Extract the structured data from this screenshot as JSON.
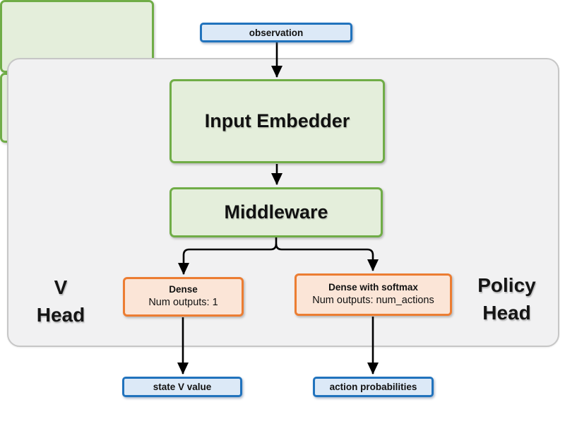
{
  "diagram": {
    "description": "Actor-critic network architecture diagram",
    "nodes": {
      "observation": {
        "label": "observation",
        "type": "input"
      },
      "input_embedder": {
        "label": "Input Embedder",
        "type": "block"
      },
      "middleware": {
        "label": "Middleware",
        "type": "block"
      },
      "v_head": {
        "label_line1": "V",
        "label_line2": "Head",
        "dense": {
          "title": "Dense",
          "subtitle": "Num outputs: 1"
        }
      },
      "policy_head": {
        "label_line1": "Policy",
        "label_line2": "Head",
        "dense": {
          "title": "Dense with softmax",
          "subtitle": "Num outputs: num_actions"
        }
      },
      "state_v_value": {
        "label": "state V value",
        "type": "output"
      },
      "action_probabilities": {
        "label": "action probabilities",
        "type": "output"
      }
    },
    "edges": [
      {
        "from": "observation",
        "to": "input_embedder"
      },
      {
        "from": "input_embedder",
        "to": "middleware"
      },
      {
        "from": "middleware",
        "to": "v_head.dense"
      },
      {
        "from": "middleware",
        "to": "policy_head.dense"
      },
      {
        "from": "v_head.dense",
        "to": "state_v_value"
      },
      {
        "from": "policy_head.dense",
        "to": "action_probabilities"
      }
    ],
    "colors": {
      "io_fill": "#dce9f7",
      "io_border": "#2173bd",
      "block_fill": "#e4eedb",
      "block_border": "#70ad47",
      "dense_fill": "#fbe5d7",
      "dense_border": "#ec7d32",
      "container_fill": "#f1f1f2",
      "container_border": "#c6c6c6",
      "arrow": "#000000"
    }
  }
}
